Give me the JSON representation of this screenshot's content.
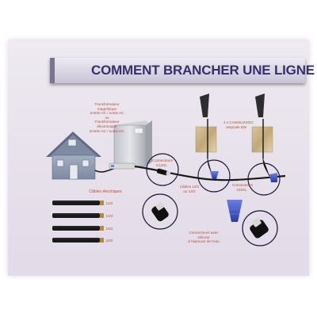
{
  "title": "COMMENT BRANCHER UNE LIGNE",
  "transformer_label": [
    "Transformateur",
    "magnétique",
    "entrée AC / sortie AC",
    "ou",
    "Transformateur",
    "électronique",
    "Entrée AC / sortie DC"
  ],
  "connector_label_1": [
    "Connecteurs",
    "K12XL"
  ],
  "cable_label": [
    "Câbles 12/2",
    "ou 14/2"
  ],
  "lamp_label": [
    "2 x CAMOUSSOO",
    "ampoule 5W"
  ],
  "connector_label_2": [
    "Connecteurs",
    "102XL"
  ],
  "cables_title": "Câbles électriques",
  "cable_sizes": [
    "12/2",
    "14/2",
    "16/2",
    "18/2"
  ],
  "silicone_label": [
    "Connecteurs avec",
    "silicone",
    "à l'épreuve de l'eau"
  ],
  "colors": {
    "title": "#37306a",
    "label": "#b5503a",
    "cable": "#1a1a1a",
    "circle": "#1c1c3a"
  }
}
